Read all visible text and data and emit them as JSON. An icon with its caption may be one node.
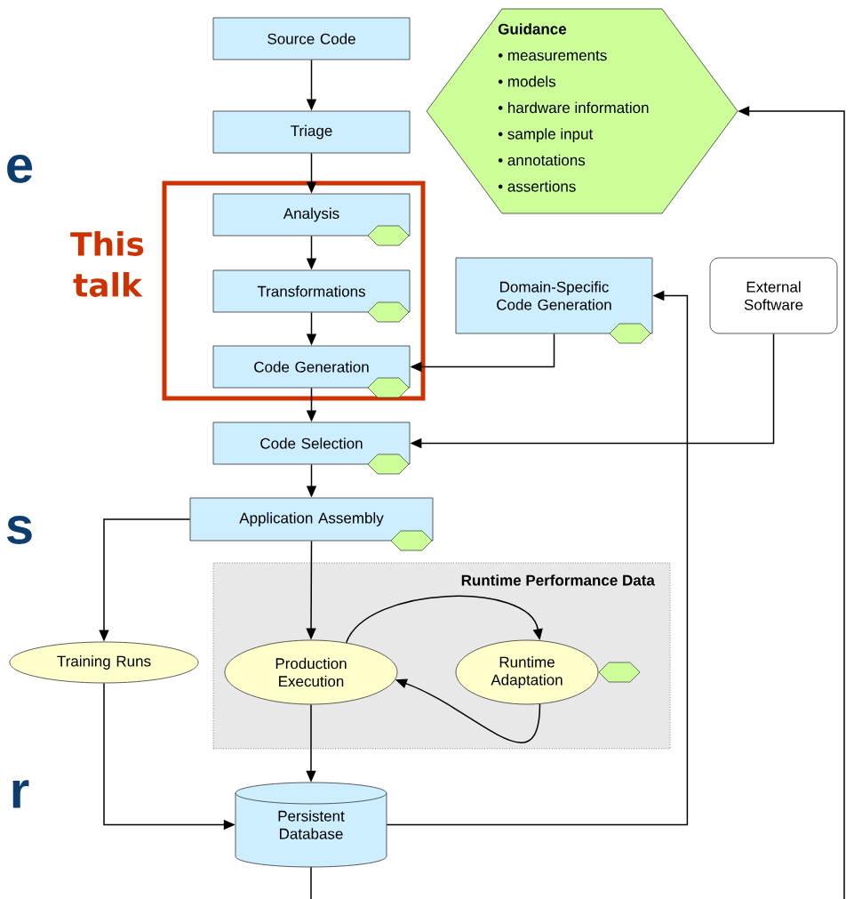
{
  "diagram": {
    "nodes": [
      {
        "text": [
          "Source Code"
        ]
      },
      {
        "text": [
          "Triage"
        ]
      },
      {
        "text": [
          "This talk"
        ]
      },
      {
        "text": [
          "Analysis"
        ],
        "in": 2
      },
      {
        "text": [
          "Transformations"
        ],
        "in": 2
      },
      {
        "text": [
          "Code Generation"
        ],
        "in": 2
      },
      {
        "text": [
          "Code Selection"
        ]
      },
      {
        "text": [
          "Guidance",
          "• measurements",
          "• models",
          "• hardware information",
          "• sample input",
          "• annotations",
          "• assertions"
        ]
      },
      {
        "text": [
          "Domain-Specific Code Generation"
        ]
      },
      {
        "text": [
          "External Software"
        ]
      },
      {
        "text": [
          "Application Assembly"
        ]
      },
      {
        "text": [
          "Runtime Performance Data"
        ]
      },
      {
        "text": [
          "Training Runs"
        ]
      },
      {
        "text": [
          "Production Execution"
        ],
        "in": 11
      },
      {
        "text": [
          "Runtime Adaptation"
        ],
        "in": 11
      },
      {
        "text": [
          "Persistent Database"
        ]
      }
    ],
    "edges": [
      {
        "from": 0,
        "to": 1,
        "arrow": "to"
      },
      {
        "from": 1,
        "to": 3,
        "arrow": "to"
      },
      {
        "from": 3,
        "to": 4,
        "arrow": "to"
      },
      {
        "from": 4,
        "to": 5,
        "arrow": "to"
      },
      {
        "from": 5,
        "to": 6,
        "arrow": "to"
      },
      {
        "from": 8,
        "to": 5,
        "arrow": "to"
      },
      {
        "from": 9,
        "to": 6,
        "arrow": "to"
      },
      {
        "from": 6,
        "to": 10,
        "arrow": "to"
      },
      {
        "from": 10,
        "to": 12,
        "arrow": "to"
      },
      {
        "from": 10,
        "to": 13,
        "arrow": "to"
      },
      {
        "from": 13,
        "to": 14,
        "arrow": "to"
      },
      {
        "from": 14,
        "to": 13,
        "arrow": "to"
      },
      {
        "from": 13,
        "to": 15,
        "arrow": "to"
      },
      {
        "from": 12,
        "to": 15,
        "arrow": "to"
      },
      {
        "from": 15,
        "to": 8,
        "arrow": "to"
      },
      {
        "from": 15,
        "to": null,
        "arrow": "none"
      },
      {
        "from": null,
        "to": 7,
        "arrow": "to"
      }
    ],
    "labels": [
      "e",
      "s",
      "r"
    ]
  }
}
